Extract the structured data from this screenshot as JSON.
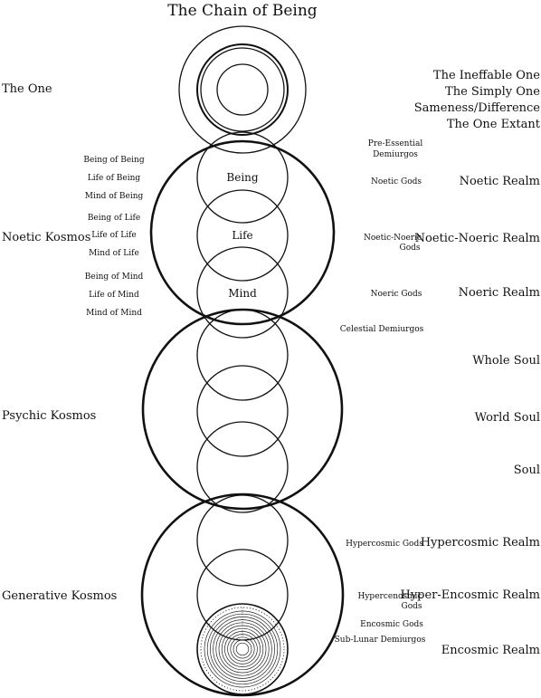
{
  "title": "The Chain of Being",
  "left_labels": {
    "one": "The One",
    "noetic": "Noetic Kosmos",
    "psychic": "Psychic Kosmos",
    "generative": "Generative Kosmos"
  },
  "noetic_left_small": [
    "Being of Being",
    "Life of Being",
    "Mind of Being",
    "Being of Life",
    "Life of Life",
    "Mind of Life",
    "Being of Mind",
    "Life of Mind",
    "Mind of Mind"
  ],
  "circle_labels": {
    "being": "Being",
    "life": "Life",
    "mind": "Mind"
  },
  "one_aspects": [
    "The Ineffable One",
    "The Simply One",
    "Sameness/Difference",
    "The One Extant"
  ],
  "right_small": {
    "pre_essential_1": "Pre-Essential",
    "pre_essential_2": "Demiurgos",
    "noetic_gods": "Noetic Gods",
    "noetic_noeric_gods_1": "Noetic-Noeric",
    "noetic_noeric_gods_2": "Gods",
    "noeric_gods": "Noeric Gods",
    "celestial": "Celestial Demiurgos",
    "hypercosmic_gods": "Hypercosmic Gods",
    "hyperencosmic_gods_1": "Hypercenosmic",
    "hyperencosmic_gods_2": "Gods",
    "encosmic_gods": "Encosmic Gods",
    "sublunar": "Sub-Lunar Demiurgos"
  },
  "realms": {
    "noetic": "Noetic  Realm",
    "noetic_noeric": "Noetic-Noeric Realm",
    "noeric": "Noeric Realm",
    "whole_soul": "Whole Soul",
    "world_soul": "World Soul",
    "soul": "Soul",
    "hypercosmic": "Hypercosmic Realm",
    "hyper_encosmic": "Hyper-Encosmic Realm",
    "encosmic": "Encosmic Realm"
  }
}
